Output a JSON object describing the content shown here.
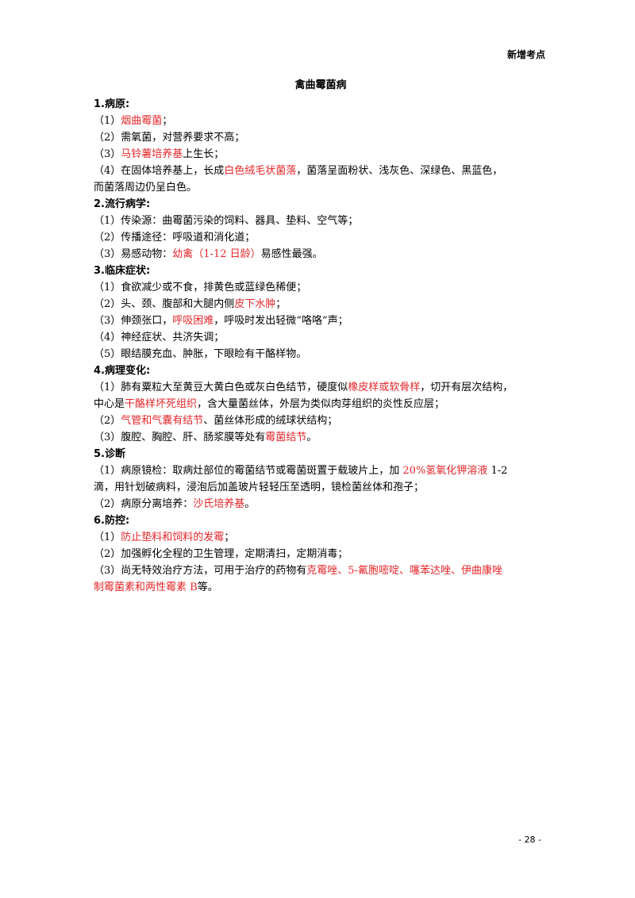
{
  "header": {
    "tag": "新增考点"
  },
  "title": "禽曲霉菌病",
  "sections": [
    {
      "heading": "1.病原:",
      "lines": [
        [
          {
            "t": "（1）"
          },
          {
            "t": "烟曲霉菌",
            "red": true
          },
          {
            "t": "；"
          }
        ],
        [
          {
            "t": "（2）需氧菌，对营养要求不高；"
          }
        ],
        [
          {
            "t": "（3）"
          },
          {
            "t": "马铃薯培养基",
            "red": true
          },
          {
            "t": "上生长；"
          }
        ],
        [
          {
            "t": "（4）在固体培养基上，长成"
          },
          {
            "t": "白色绒毛状菌落",
            "red": true
          },
          {
            "t": "，菌落呈面粉状、浅灰色、深绿色、黑蓝色，"
          }
        ],
        [
          {
            "t": "而菌落周边仍呈白色。"
          }
        ]
      ]
    },
    {
      "heading": "2.流行病学:",
      "lines": [
        [
          {
            "t": "（1）传染源：曲霉菌污染的饲料、器具、垫料、空气等；"
          }
        ],
        [
          {
            "t": "（2）传播途径：呼吸道和消化道；"
          }
        ],
        [
          {
            "t": "（3）易感动物："
          },
          {
            "t": "幼禽（1-12 日龄）",
            "red": true
          },
          {
            "t": "易感性最强。"
          }
        ]
      ]
    },
    {
      "heading": "3.临床症状:",
      "lines": [
        [
          {
            "t": "（1）食欲减少或不食，排黄色或蓝绿色稀便；"
          }
        ],
        [
          {
            "t": "（2）头、颈、腹部和大腿内侧"
          },
          {
            "t": "皮下水肿",
            "red": true
          },
          {
            "t": "；"
          }
        ],
        [
          {
            "t": "（3）伸颈张口，"
          },
          {
            "t": "呼吸困难",
            "red": true
          },
          {
            "t": "，呼吸时发出轻微“咯咯”声；"
          }
        ],
        [
          {
            "t": "（4）神经症状、共济失调；"
          }
        ],
        [
          {
            "t": "（5）眼结膜充血、肿胀，下眼睑有干酪样物。"
          }
        ]
      ]
    },
    {
      "heading": "4.病理变化:",
      "lines": [
        [
          {
            "t": "（1）肺有粟粒大至黄豆大黄白色或灰白色结节，硬度似"
          },
          {
            "t": "橡皮样或软骨样",
            "red": true
          },
          {
            "t": "，切开有层次结构，"
          }
        ],
        [
          {
            "t": "中心是"
          },
          {
            "t": "干酪样坏死组织",
            "red": true
          },
          {
            "t": "，含大量菌丝体，外层为类似肉芽组织的炎性反应层；"
          }
        ],
        [
          {
            "t": "（2）"
          },
          {
            "t": "气管和气囊有结节",
            "red": true
          },
          {
            "t": "、菌丝体形成的绒球状结构；"
          }
        ],
        [
          {
            "t": "（3）腹腔、胸腔、肝、肠浆膜等处有"
          },
          {
            "t": "霉菌结节",
            "red": true
          },
          {
            "t": "。"
          }
        ]
      ]
    },
    {
      "heading": "5.诊断",
      "lines": [
        [
          {
            "t": "（1）病原镜检：取病灶部位的霉菌结节或霉菌斑置于载玻片上，加 "
          },
          {
            "t": "20%氢氧化钾溶液",
            "red": true
          },
          {
            "t": " 1-2"
          }
        ],
        [
          {
            "t": "滴，用针划破病料，浸泡后加盖玻片轻轻压至透明，镜检菌丝体和孢子；"
          }
        ],
        [
          {
            "t": "（2）病原分离培养："
          },
          {
            "t": "沙氏培养基",
            "red": true
          },
          {
            "t": "。"
          }
        ]
      ]
    },
    {
      "heading": "6.防控:",
      "lines": [
        [
          {
            "t": "（1）"
          },
          {
            "t": "防止垫料和饲料的发霉",
            "red": true
          },
          {
            "t": "；"
          }
        ],
        [
          {
            "t": "（2）加强孵化全程的卫生管理，定期清扫，定期消毒；"
          }
        ],
        [
          {
            "t": "（3）尚无特效治疗方法，可用于治疗的药物有"
          },
          {
            "t": "克霉唑、5-氟胞嘧啶、噻苯达唑、伊曲康唑",
            "red": true
          }
        ],
        [
          {
            "t": "制霉菌素和两性霉素 B",
            "red": true
          },
          {
            "t": "等。"
          }
        ]
      ]
    }
  ],
  "footer": {
    "page_number": "- 28 -"
  },
  "colors": {
    "highlight": "#e5262a",
    "text": "#000000"
  }
}
